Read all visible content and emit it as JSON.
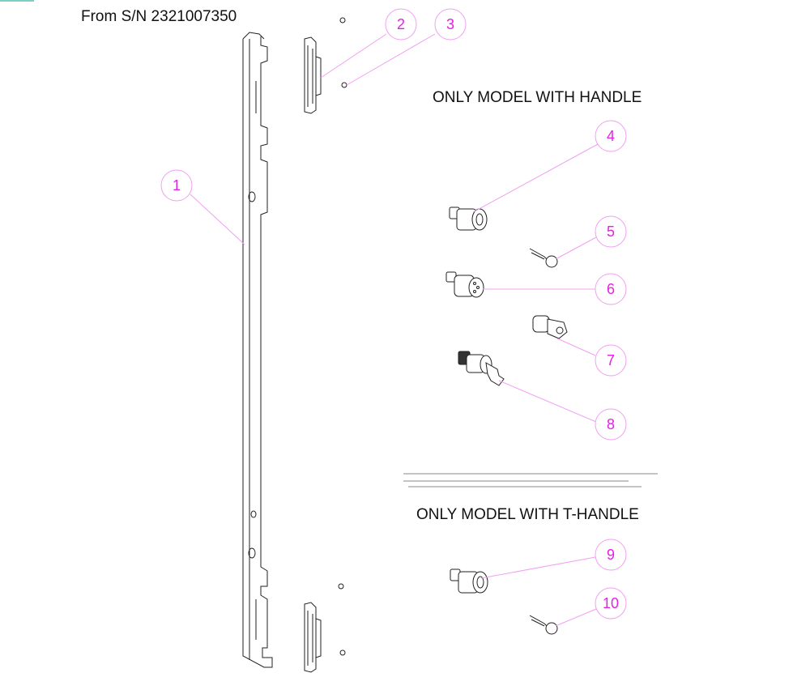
{
  "header": {
    "serial_note": "From S/N 2321007350"
  },
  "sections": [
    {
      "heading": "ONLY MODEL WITH HANDLE"
    },
    {
      "heading": "ONLY MODEL WITH T-HANDLE"
    }
  ],
  "callouts": [
    {
      "number": "1",
      "part": "vertical-bar"
    },
    {
      "number": "2",
      "part": "bracket"
    },
    {
      "number": "3",
      "part": "nut"
    },
    {
      "number": "4",
      "part": "lock-cylinder"
    },
    {
      "number": "5",
      "part": "key"
    },
    {
      "number": "6",
      "part": "lock-cylinder-barrel"
    },
    {
      "number": "7",
      "part": "cam-lock"
    },
    {
      "number": "8",
      "part": "lock-with-key"
    },
    {
      "number": "9",
      "part": "lock-cylinder"
    },
    {
      "number": "10",
      "part": "key"
    }
  ],
  "colors": {
    "callout": "#e620e6",
    "leader": "#f0a0f0",
    "line": "#222222",
    "accent": "#7ecfc3"
  }
}
